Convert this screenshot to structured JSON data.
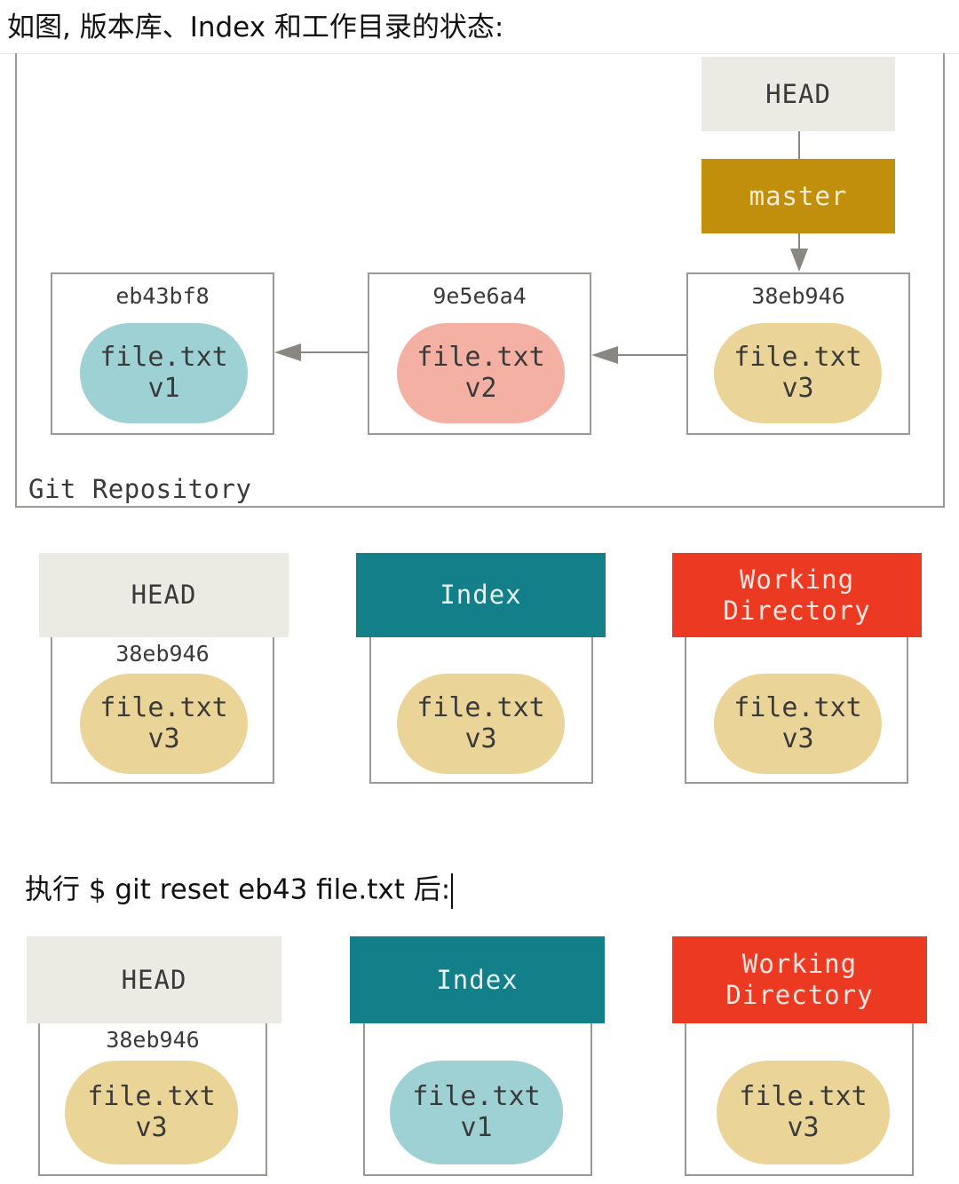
{
  "text": {
    "intro": "如图, 版本库、Index 和工作目录的状态:",
    "command": "执行 $ git reset eb43 file.txt 后:"
  },
  "repository": {
    "label": "Git Repository",
    "head_label": "HEAD",
    "branch_label": "master",
    "commits": [
      {
        "hash": "eb43bf8",
        "file": "file.txt",
        "version": "v1"
      },
      {
        "hash": "9e5e6a4",
        "file": "file.txt",
        "version": "v2"
      },
      {
        "hash": "38eb946",
        "file": "file.txt",
        "version": "v3"
      }
    ]
  },
  "before": {
    "head": {
      "label": "HEAD",
      "hash": "38eb946",
      "file": "file.txt",
      "version": "v3"
    },
    "index": {
      "label": "Index",
      "file": "file.txt",
      "version": "v3"
    },
    "working": {
      "label": "Working\nDirectory",
      "file": "file.txt",
      "version": "v3"
    }
  },
  "after": {
    "head": {
      "label": "HEAD",
      "hash": "38eb946",
      "file": "file.txt",
      "version": "v3"
    },
    "index": {
      "label": "Index",
      "file": "file.txt",
      "version": "v1"
    },
    "working": {
      "label": "Working\nDirectory",
      "file": "file.txt",
      "version": "v3"
    }
  },
  "colors": {
    "head_bg": "#ebeae3",
    "master_bg": "#c28f0c",
    "index_bg": "#127f89",
    "working_bg": "#ec3a22",
    "blob_v1": "#9ed1d3",
    "blob_v2": "#f4b1a3",
    "blob_v3": "#ebd497",
    "border": "#9a9a94"
  }
}
